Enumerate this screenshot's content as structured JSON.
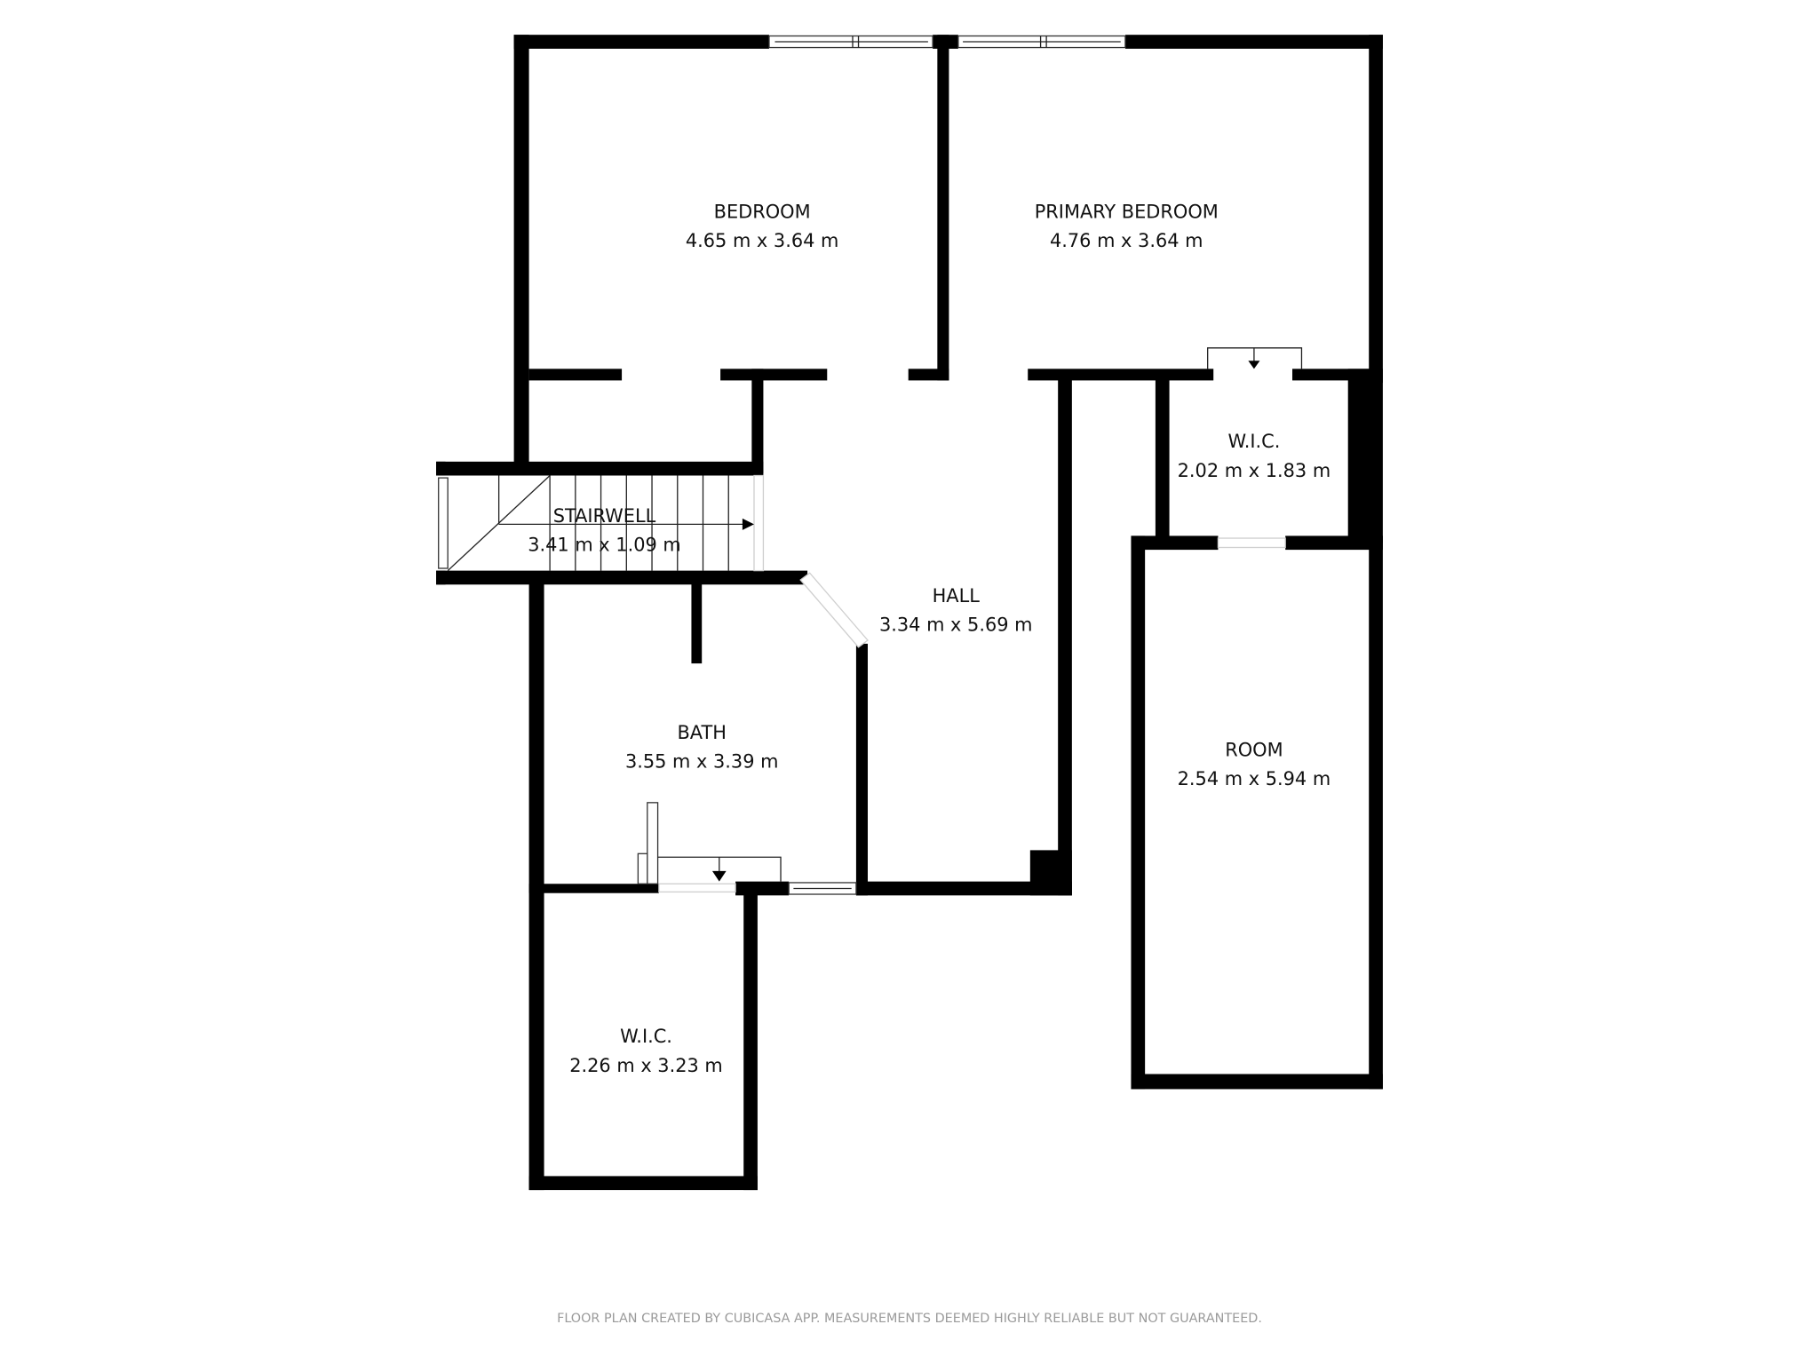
{
  "floor_plan": {
    "rooms": [
      {
        "id": "bedroom",
        "name": "BEDROOM",
        "dimensions": "4.65 m x 3.64 m"
      },
      {
        "id": "primary-bedroom",
        "name": "PRIMARY BEDROOM",
        "dimensions": "4.76 m x 3.64 m"
      },
      {
        "id": "stairwell",
        "name": "STAIRWELL",
        "dimensions": "3.41 m x 1.09 m"
      },
      {
        "id": "wic-upper",
        "name": "W.I.C.",
        "dimensions": "2.02 m x 1.83 m"
      },
      {
        "id": "hall",
        "name": "HALL",
        "dimensions": "3.34 m x 5.69 m"
      },
      {
        "id": "bath",
        "name": "BATH",
        "dimensions": "3.55 m x 3.39 m"
      },
      {
        "id": "room",
        "name": "ROOM",
        "dimensions": "2.54 m x 5.94 m"
      },
      {
        "id": "wic-lower",
        "name": "W.I.C.",
        "dimensions": "2.26 m x 3.23 m"
      }
    ],
    "footer": "FLOOR PLAN CREATED BY CUBICASA APP. MEASUREMENTS DEEMED HIGHLY RELIABLE BUT NOT GUARANTEED.",
    "colors": {
      "wall": "#000000",
      "background": "#ffffff",
      "footer_text": "#9a9a9a"
    }
  }
}
